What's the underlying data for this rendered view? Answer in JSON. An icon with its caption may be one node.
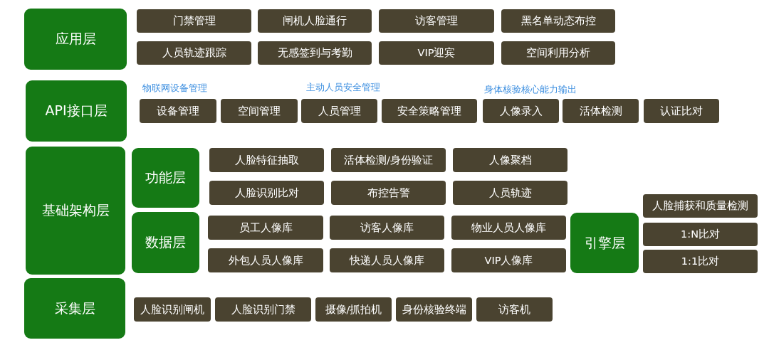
{
  "diagram": {
    "nodes": [
      {
        "text": [
          "应用层"
        ]
      },
      {
        "text": [
          "门禁管理"
        ]
      },
      {
        "text": [
          "闸机人脸通行"
        ]
      },
      {
        "text": [
          "访客管理"
        ]
      },
      {
        "text": [
          "黑名单动态布控"
        ]
      },
      {
        "text": [
          "人员轨迹跟踪"
        ]
      },
      {
        "text": [
          "无感签到与考勤"
        ]
      },
      {
        "text": [
          "VIP迎宾"
        ]
      },
      {
        "text": [
          "空间利用分析"
        ]
      },
      {
        "text": [
          "API接口层"
        ]
      },
      {
        "text": [
          "设备管理"
        ]
      },
      {
        "text": [
          "空间管理"
        ]
      },
      {
        "text": [
          "人员管理"
        ]
      },
      {
        "text": [
          "安全策略管理"
        ]
      },
      {
        "text": [
          "人像录入"
        ]
      },
      {
        "text": [
          "活体检测"
        ]
      },
      {
        "text": [
          "认证比对"
        ]
      },
      {
        "text": [
          "基础架构层"
        ]
      },
      {
        "text": [
          "功能层"
        ]
      },
      {
        "text": [
          "人脸特征抽取"
        ]
      },
      {
        "text": [
          "活体检测/身份验证"
        ]
      },
      {
        "text": [
          "人像聚档"
        ]
      },
      {
        "text": [
          "人脸识别比对"
        ]
      },
      {
        "text": [
          "布控告警"
        ]
      },
      {
        "text": [
          "人员轨迹"
        ]
      },
      {
        "text": [
          "数据层"
        ]
      },
      {
        "text": [
          "员工人像库"
        ]
      },
      {
        "text": [
          "访客人像库"
        ]
      },
      {
        "text": [
          "物业人员人像库"
        ]
      },
      {
        "text": [
          "外包人员人像库"
        ]
      },
      {
        "text": [
          "快递人员人像库"
        ]
      },
      {
        "text": [
          "VIP人像库"
        ]
      },
      {
        "text": [
          "引擎层"
        ]
      },
      {
        "text": [
          "人脸捕获和质量检测"
        ]
      },
      {
        "text": [
          "1:N比对"
        ]
      },
      {
        "text": [
          "1:1比对"
        ]
      },
      {
        "text": [
          "采集层"
        ]
      },
      {
        "text": [
          "人脸识别闸机"
        ]
      },
      {
        "text": [
          "人脸识别门禁"
        ]
      },
      {
        "text": [
          "摄像/抓拍机"
        ]
      },
      {
        "text": [
          "身份核验终端"
        ]
      },
      {
        "text": [
          "访客机"
        ]
      }
    ],
    "labels": [
      "物联网设备管理",
      "主动人员安全管理",
      "身体核验核心能力输出"
    ]
  }
}
